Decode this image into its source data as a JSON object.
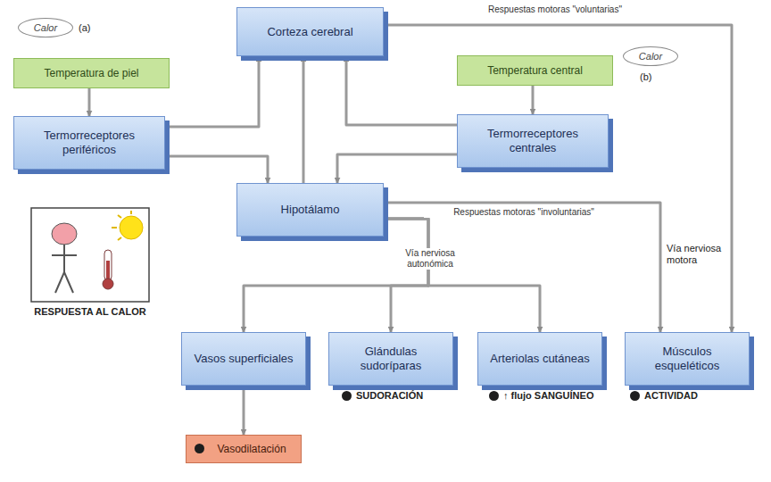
{
  "diagram": {
    "nodes": [
      {
        "text": [
          "Calor"
        ]
      },
      {
        "text": [
          "Corteza cerebral"
        ]
      },
      {
        "text": [
          "Temperatura de piel"
        ]
      },
      {
        "text": [
          "Temperatura central"
        ]
      },
      {
        "text": [
          "Calor"
        ]
      },
      {
        "text": [
          "Termorreceptores periféricos"
        ]
      },
      {
        "text": [
          "Termorreceptores centrales"
        ]
      },
      {
        "text": [
          "Hipotálamo"
        ]
      },
      {
        "text": [
          "Vasos superficiales"
        ]
      },
      {
        "text": [
          "Glándulas sudoríparas"
        ]
      },
      {
        "text": [
          "Arteriolas cutáneas"
        ]
      },
      {
        "text": [
          "Músculos esqueléticos"
        ]
      },
      {
        "text": [
          "Vasodilatación"
        ]
      }
    ],
    "edges": [
      {
        "from": 2,
        "to": 5,
        "arrow": "to"
      },
      {
        "from": 3,
        "to": 6,
        "arrow": "to"
      },
      {
        "from": 5,
        "to": 1,
        "arrow": "to"
      },
      {
        "from": 5,
        "to": 7,
        "arrow": "to"
      },
      {
        "from": 7,
        "to": 1,
        "arrow": "to"
      },
      {
        "from": 6,
        "to": 1,
        "arrow": "to"
      },
      {
        "from": 6,
        "to": 7,
        "arrow": "to"
      },
      {
        "from": 1,
        "to": 11,
        "label": "Respuestas motoras \"voluntarias\"",
        "arrow": "to"
      },
      {
        "from": 7,
        "to": 11,
        "label": "Respuestas motoras \"involuntarias\"",
        "arrow": "to"
      },
      {
        "from": 7,
        "to": 8,
        "arrow": "to"
      },
      {
        "from": 7,
        "to": 9,
        "label": "Vía nerviosa autonómica",
        "arrow": "to"
      },
      {
        "from": 7,
        "to": 10,
        "arrow": "to"
      },
      {
        "from": 8,
        "to": 12,
        "arrow": "to"
      }
    ],
    "labels": [
      "(a)",
      "(b)",
      "Vía nerviosa motora",
      "SUDORACIÓN",
      "↑ flujo SANGUÍNEO",
      "ACTIVIDAD",
      "RESPUESTA AL CALOR"
    ]
  }
}
